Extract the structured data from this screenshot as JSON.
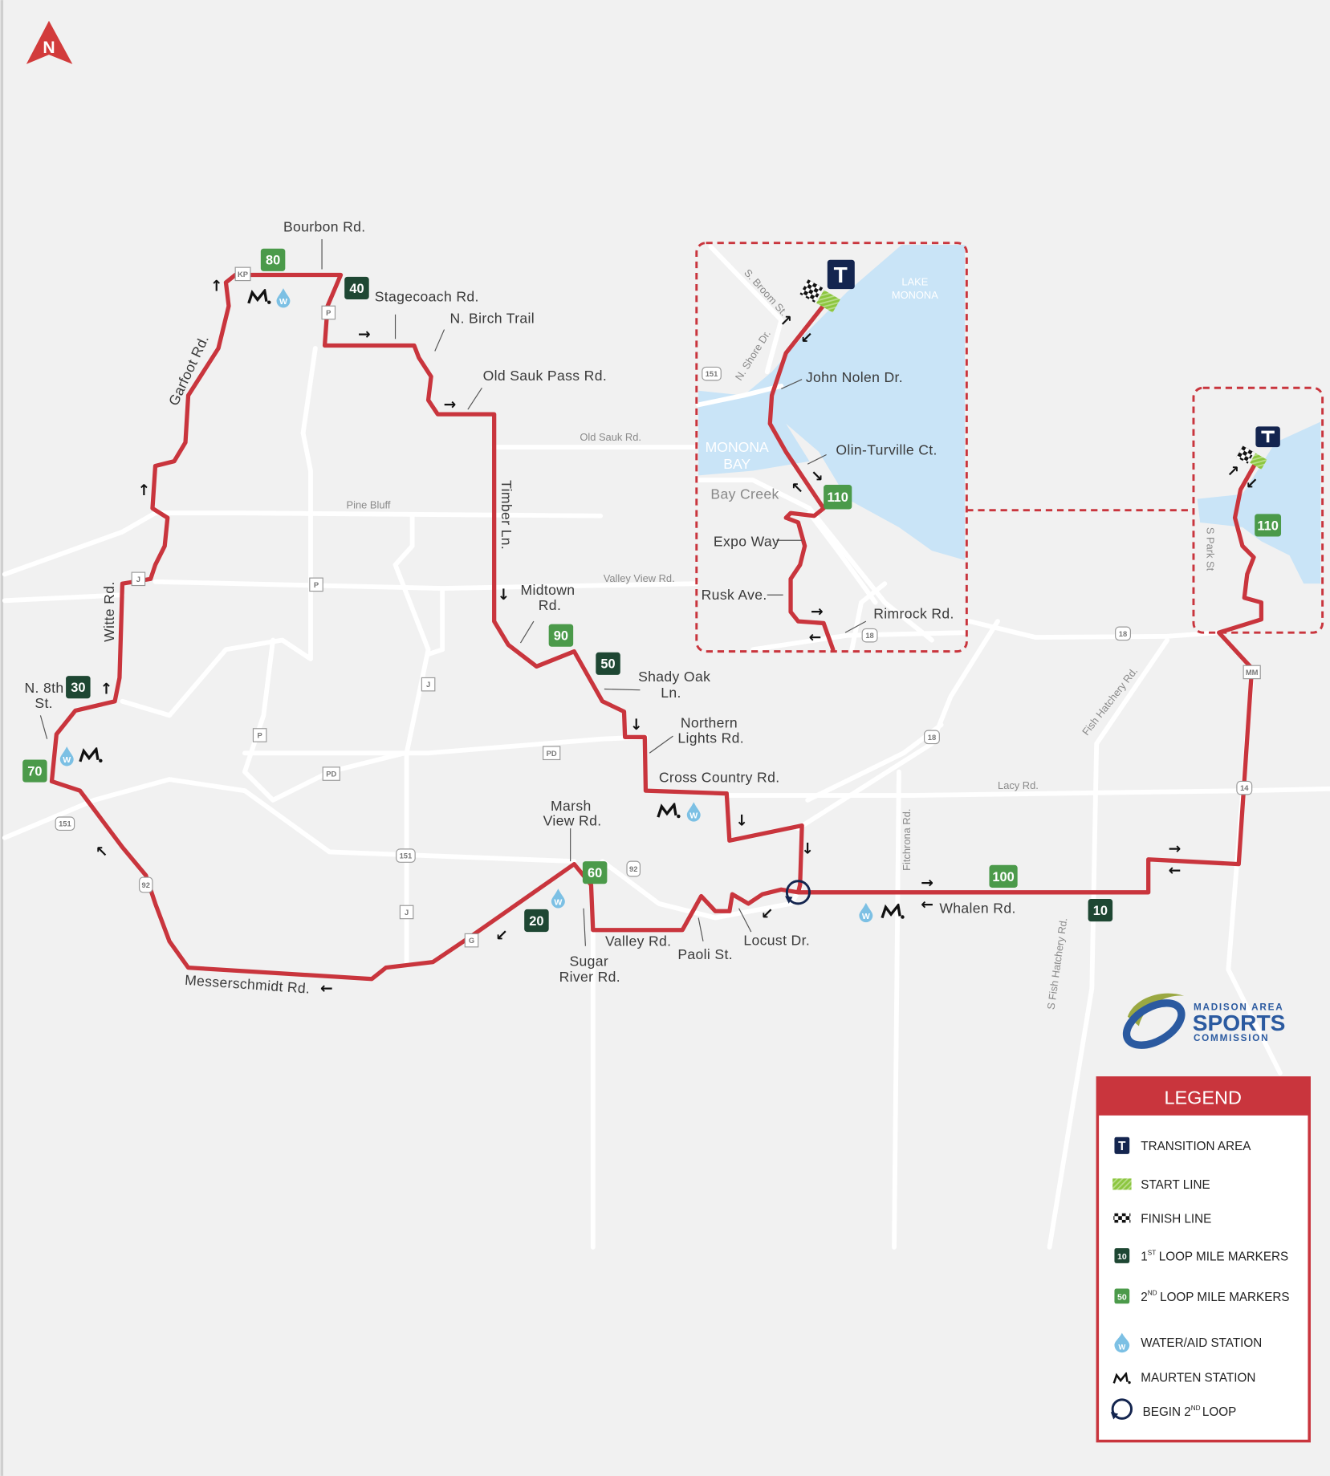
{
  "north_label": "N",
  "streets": {
    "bourbon": "Bourbon Rd.",
    "stagecoach": "Stagecoach Rd.",
    "birch": "N. Birch Trail",
    "old_sauk_pass": "Old Sauk Pass Rd.",
    "old_sauk": "Old Sauk Rd.",
    "garfoot": "Garfoot Rd.",
    "pine_bluff": "Pine Bluff",
    "timber": "Timber Ln.",
    "valley_view": "Valley View Rd.",
    "midtown_1": "Midtown",
    "midtown_2": "Rd.",
    "witte": "Witte Rd.",
    "shady_oak_1": "Shady Oak",
    "shady_oak_2": "Ln.",
    "northern_1": "Northern",
    "northern_2": "Lights Rd.",
    "cross_country": "Cross Country Rd.",
    "n8th_1": "N. 8th",
    "n8th_2": "St.",
    "marsh_1": "Marsh",
    "marsh_2": "View Rd.",
    "lacy": "Lacy Rd.",
    "fitchrona": "Fitchrona Rd.",
    "fish_hatchery": "Fish Hatchery Rd.",
    "s_fish_hatchery": "S Fish Hatchery Rd.",
    "whalen": "Whalen Rd.",
    "valley": "Valley Rd.",
    "paoli": "Paoli St.",
    "locust": "Locust Dr.",
    "sugar_1": "Sugar",
    "sugar_2": "River Rd.",
    "messerschmidt": "Messerschmidt Rd.",
    "s_broom": "S. Broom St.",
    "n_shore": "N. Shore Dr.",
    "john_nolen": "John Nolen Dr.",
    "olin": "Olin-Turville Ct.",
    "bay_creek": "Bay Creek",
    "expo": "Expo Way",
    "rusk": "Rusk Ave.",
    "rimrock": "Rimrock Rd.",
    "s_park": "S Park St",
    "lake_monona_1": "LAKE",
    "lake_monona_2": "MONONA",
    "monona_bay_1": "MONONA",
    "monona_bay_2": "BAY"
  },
  "shields": [
    "KP",
    "P",
    "P",
    "P",
    "J",
    "J",
    "J",
    "J",
    "PD",
    "PD",
    "G",
    "151",
    "151",
    "151",
    "92",
    "92",
    "18",
    "18",
    "18",
    "14",
    "MM"
  ],
  "mile_markers": {
    "first_loop": [
      "10",
      "20",
      "30",
      "40",
      "50"
    ],
    "second_loop": [
      "60",
      "70",
      "80",
      "90",
      "100",
      "110",
      "110"
    ]
  },
  "transition_label": "T",
  "logo": {
    "line1": "MADISON AREA",
    "line2": "SPORTS",
    "line3": "COMMISSION"
  },
  "legend": {
    "title": "LEGEND",
    "transition": "TRANSITION AREA",
    "start": "START LINE",
    "finish": "FINISH LINE",
    "loop1_a": "1",
    "loop1_sup": "ST",
    "loop1_b": "LOOP MILE MARKERS",
    "loop1_sample": "10",
    "loop2_a": "2",
    "loop2_sup": "ND",
    "loop2_b": "LOOP MILE MARKERS",
    "loop2_sample": "50",
    "water": "WATER/AID STATION",
    "water_glyph": "W",
    "maurten": "MAURTEN STATION",
    "begin_a": "BEGIN 2",
    "begin_sup": "ND",
    "begin_b": "LOOP"
  },
  "colors": {
    "route": "#c9353d",
    "first_loop": "#1e4733",
    "second_loop": "#4b9a4a",
    "water": "#c9e4f7",
    "navy": "#14254f"
  }
}
